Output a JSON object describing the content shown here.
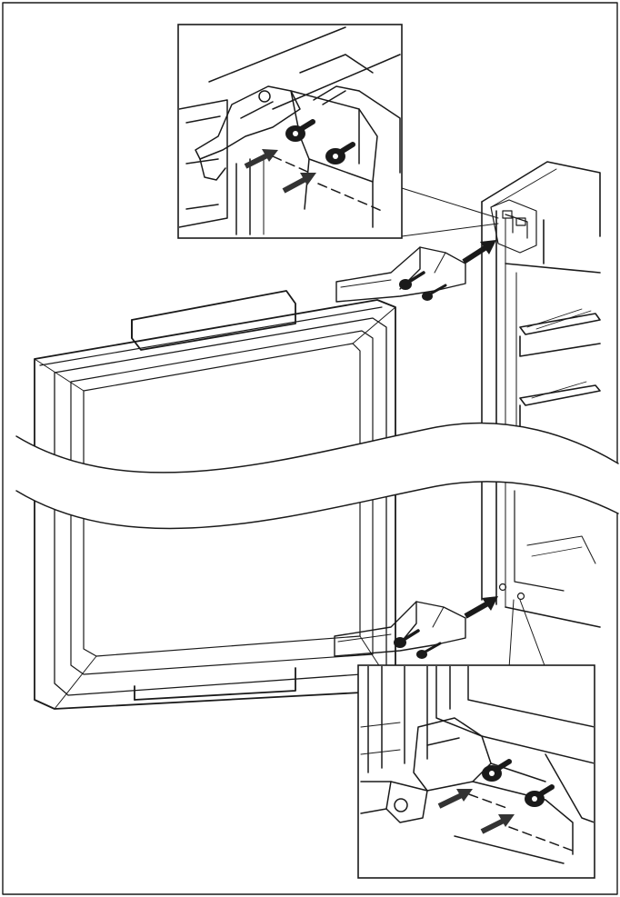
{
  "colors": {
    "ink": "#1a1a1a",
    "paper": "#ffffff",
    "arrow": "#333333",
    "screw": "#2a2a2a"
  },
  "figure": {
    "kind": "installation-diagram",
    "steps": [
      {
        "part": "top-hinge",
        "screws": 2
      },
      {
        "part": "bottom-hinge",
        "screws": 2
      }
    ],
    "details": [
      "top-hinge-detail",
      "bottom-hinge-detail"
    ]
  }
}
